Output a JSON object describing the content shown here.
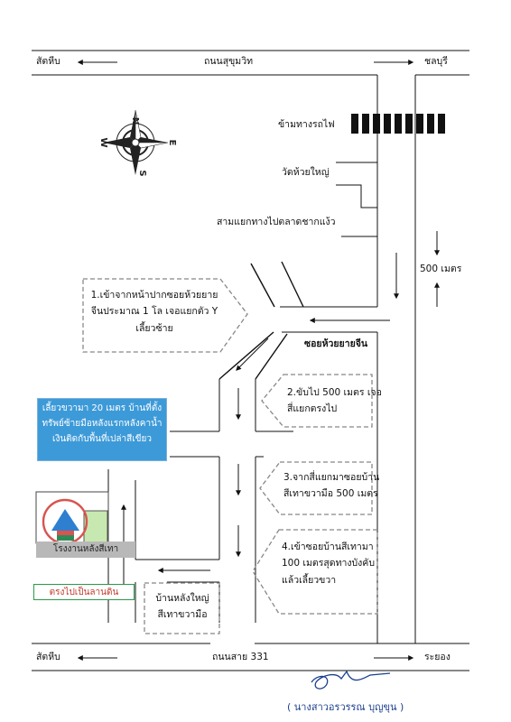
{
  "roads": {
    "top_road": "ถนนสุขุมวิท",
    "top_left_dir": "สัตหีบ",
    "top_right_dir": "ชลบุรี",
    "bottom_road": "ถนนสาย 331",
    "bottom_left_dir": "สัตหีบ",
    "bottom_right_dir": "ระยอง",
    "soi_name": "ซอยห้วยยายจีน"
  },
  "landmarks": {
    "railway": "ข้ามทางรถไฟ",
    "temple": "วัดห้วยใหญ่",
    "junction": "สามแยกทางไปตลาดชากแง้ว",
    "distance": "500 เมตร"
  },
  "steps": [
    {
      "lines": [
        "1.เข้าจากหน้าปากซอยห้วยยาย",
        "จีนประมาณ 1 โล เจอแยกตัว Y",
        "เลี้ยวซ้าย"
      ]
    },
    {
      "lines": [
        "2.ขับไป 500 เมตร เจอ",
        "สี่แยกตรงไป"
      ]
    },
    {
      "lines": [
        "3.จากสี่แยกมาซอยบ้าน",
        "สีเทาขวามือ 500 เมตร"
      ]
    },
    {
      "lines": [
        "4.เข้าซอยบ้านสีเทามา",
        "100 เมตรสุดทางบังคับ",
        "แล้วเลี้ยวขวา"
      ]
    }
  ],
  "house_label": [
    "บ้านหลังใหญ่",
    "สีเทาขวามือ"
  ],
  "info_box": [
    "เลี้ยวขวามา 20 เมตร บ้านที่ตั้ง",
    "ทรัพย์ซ้ายมือหลังแรกหลังคาน้ำ",
    "เงินติดกับพื้นที่เปล่าสีเขียว"
  ],
  "factory_label": "โรงงานหลังสีเทา",
  "dirt_road_label": "ตรงไปเป็นลานดิน",
  "signature": {
    "name": "( นางสาวอรวรรณ  บุญขุน )"
  },
  "compass": {
    "letters": [
      "N",
      "E",
      "S",
      "W"
    ]
  },
  "colors": {
    "info_box_bg": "#3d9ad8",
    "house_roof": "#2e7fd0",
    "house_wall_top": "#d9534f",
    "house_wall_bottom": "#2e8b57",
    "green_area": "#c7e8b0",
    "highlight_circle": "#d9534f",
    "signature_ink": "#1d3f8f"
  }
}
